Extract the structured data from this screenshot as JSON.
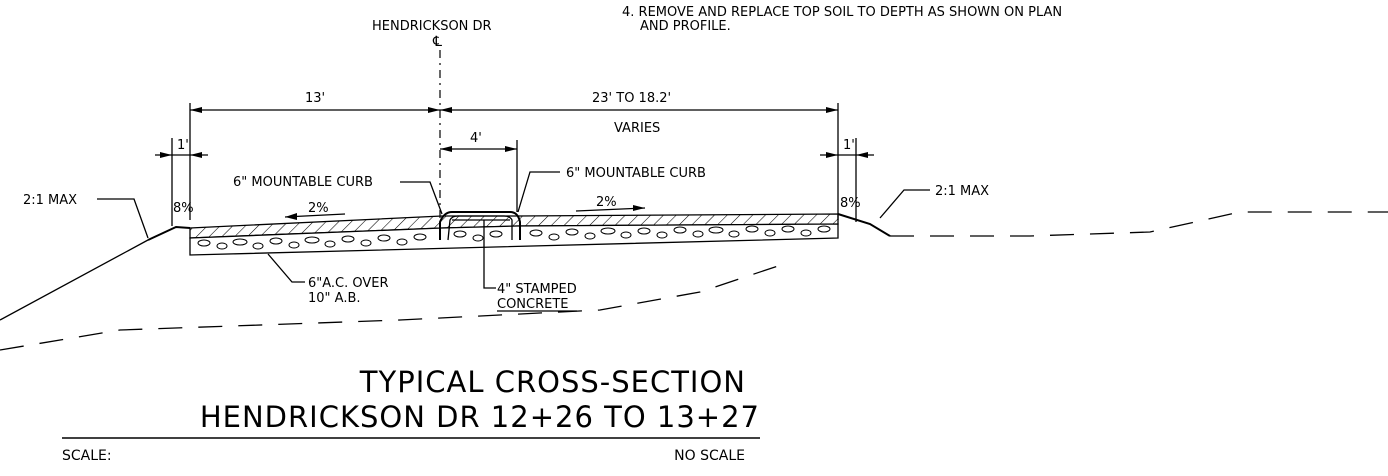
{
  "notes": {
    "note4_line1": "4. REMOVE AND REPLACE TOP SOIL TO DEPTH AS SHOWN ON PLAN",
    "note4_line2": "AND PROFILE."
  },
  "centerline": {
    "street_label": "HENDRICKSON DR",
    "symbol": "℄"
  },
  "dimensions": {
    "left_width": "13'",
    "right_width": "23' TO 18.2'",
    "right_varies": "VARIES",
    "median_width": "4'",
    "left_curb_offset": "1'",
    "right_curb_offset": "1'"
  },
  "callouts": {
    "left_curb": "6\" MOUNTABLE CURB",
    "right_curb": "6\" MOUNTABLE CURB",
    "left_slope_max": "2:1 MAX",
    "right_slope_max": "2:1 MAX",
    "left_shoulder_pct": "8%",
    "right_shoulder_pct": "8%",
    "left_cross_slope": "2%",
    "right_cross_slope": "2%",
    "pavement_line1": "6\"A.C. OVER",
    "pavement_line2": "10\" A.B.",
    "stamped_line1": "4\" STAMPED",
    "stamped_line2": "CONCRETE"
  },
  "title_block": {
    "title_line1": "TYPICAL CROSS-SECTION",
    "title_line2": "HENDRICKSON DR 12+26 TO 13+27",
    "scale_label": "SCALE:",
    "scale_value": "NO SCALE"
  }
}
